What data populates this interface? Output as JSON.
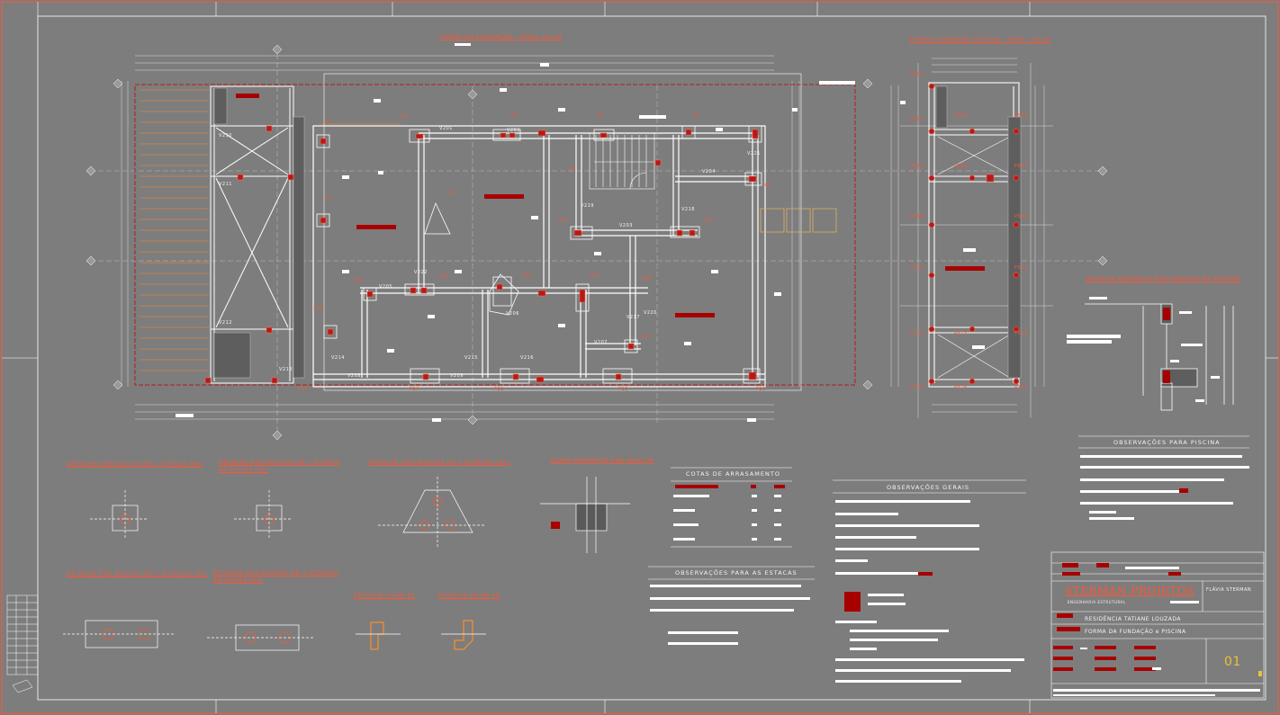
{
  "drawing": {
    "plan_title": "FORMA DA FUNDAÇÃO - NÍVEL ±0.00",
    "pool_plan_title": "FORMA FUNDAÇÃO PISCINA - NÍVEL -00.50",
    "pool_wall_detail_title": "DETALHE GENÉRICO DAS PAREDES DA PISCINA",
    "details": {
      "block_1_pile": "DETALHE DOS BLOCOS DE 1 ESTACA (8x)",
      "block_1_pile_div_l1": "DETALHE DOS BLOCOS DE 1 ESTACA",
      "block_1_pile_div_l2": "DE DIVISA (3x)",
      "block_3_piles": "DETALHE DOS BLOCOS DE 3 ESTACAS (2x)",
      "block_section": "CORTE GENÉRICO DOS BLOCOS",
      "block_2_piles": "DETALHE DOS BLOCOS DE 2 ESTACAS (8x)",
      "block_2_piles_div_l1": "DETALHE DOS BLOCOS DE 2 ESTACAS",
      "block_2_piles_div_l2": "DE DIVISA (4x)",
      "pillar_p2": "DETALHE PILAR P2",
      "pillar_p6": "DETALHE PILAR P6"
    },
    "pillars_main": [
      "P1",
      "P2",
      "P3",
      "P4",
      "P5",
      "P6",
      "P7",
      "P8",
      "P9",
      "P10",
      "P11",
      "P12",
      "P13",
      "P14",
      "P15",
      "P16",
      "P17",
      "P18",
      "P19",
      "P20",
      "P21",
      "P22",
      "P23"
    ],
    "pillars_pool": [
      "P501",
      "P502",
      "P503",
      "P504",
      "P505",
      "P506",
      "P507",
      "P508",
      "P509",
      "P510",
      "P511",
      "P512",
      "P513",
      "P514",
      "P515",
      "P516",
      "P517"
    ],
    "beams": [
      "V201",
      "V202",
      "V203",
      "V204",
      "V205",
      "V206",
      "V207",
      "V208",
      "V209",
      "V210",
      "V211",
      "V212",
      "V213",
      "V214",
      "V215",
      "V216",
      "V217",
      "V218",
      "V219",
      "V220",
      "V221",
      "V222"
    ]
  },
  "tables": {
    "cotas_title": "COTAS DE ARRASAMENTO",
    "obs_estacas_title": "OBSERVAÇÕES PARA AS ESTACAS",
    "obs_gerais_title": "OBSERVAÇÕES GERAIS",
    "obs_piscina_title": "OBSERVAÇÕES PARA PISCINA"
  },
  "title_block": {
    "company": "STERMAN PROJETOS",
    "company_sub": "ENGENHARIA ESTRUTURAL",
    "engineer": "FLÁVIA STERMAN",
    "project": "RESIDÊNCIA TATIANE LOUZADA",
    "content": "FORMA DA FUNDAÇÃO e PISCINA",
    "sheet": "01"
  },
  "colors": {
    "background": "#7d7d7d",
    "line": "#ffffff",
    "accent": "#ff5533",
    "dark_red": "#a80000",
    "orange": "#ff8c2a",
    "sheet_number": "#e8c23a"
  }
}
